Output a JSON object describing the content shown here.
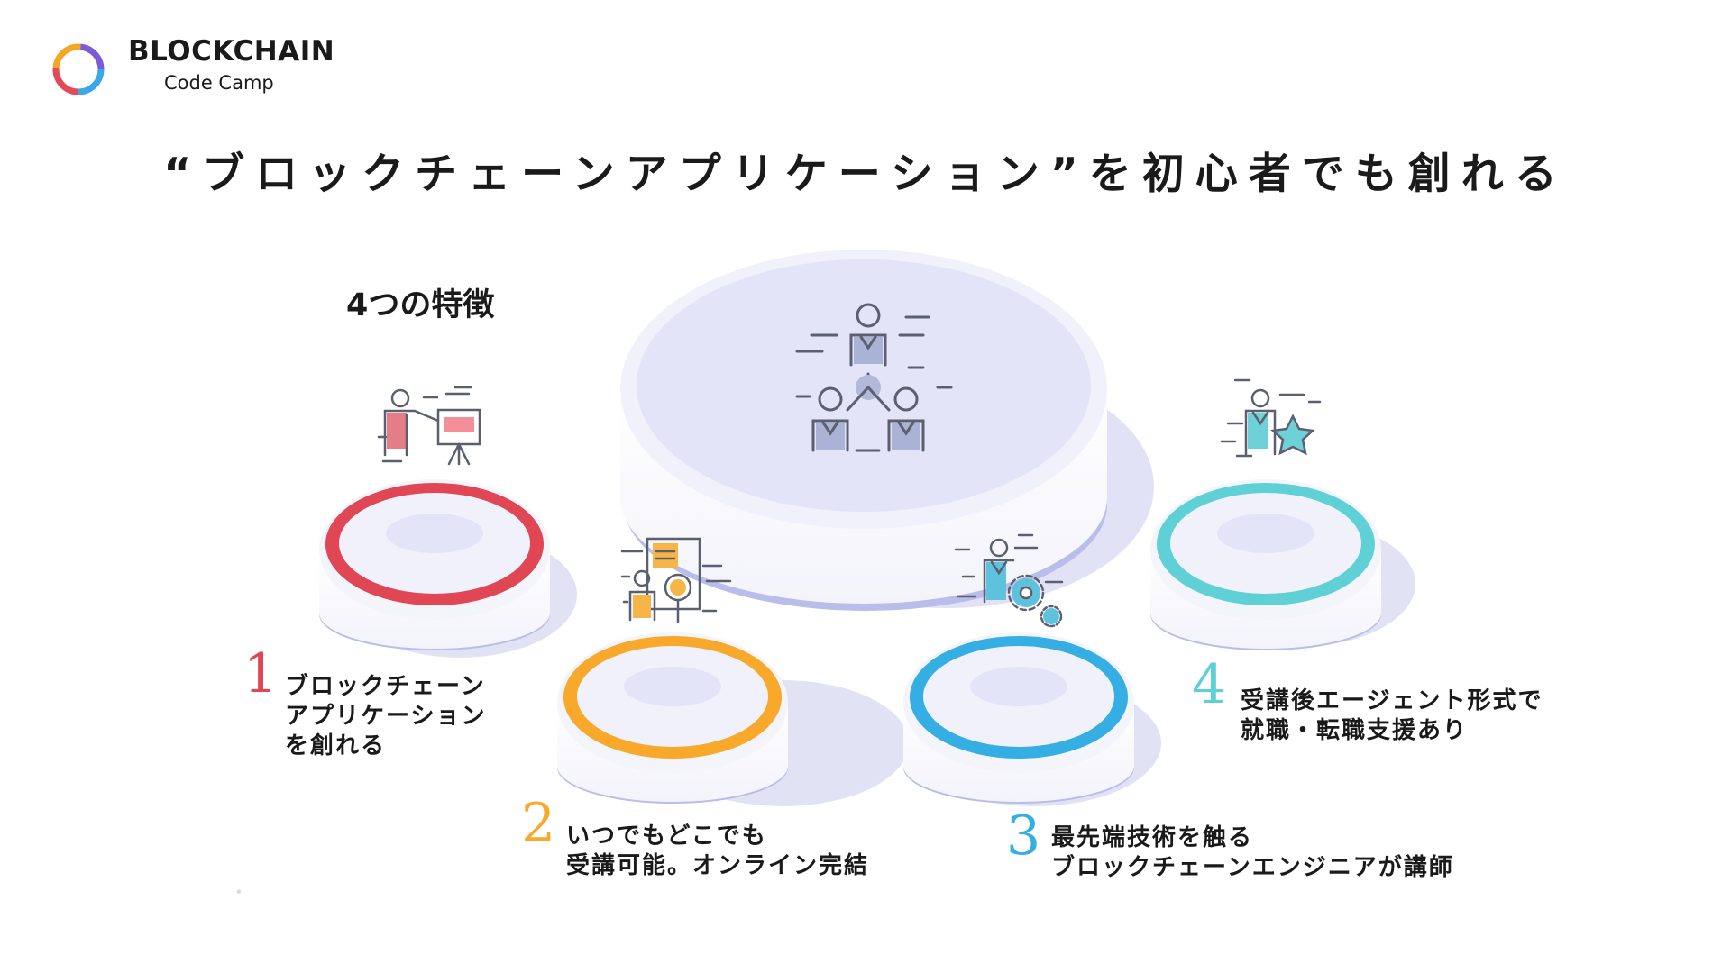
{
  "brand": {
    "name": "BLOCKCHAIN",
    "sub": "Code Camp",
    "ring_colors": [
      "#3aa8e8",
      "#e24b5a",
      "#f5a623",
      "#7b5cd6"
    ]
  },
  "headline": "“ブロックチェーンアプリケーション”を初心者でも創れる",
  "features_title": "4つの特徴",
  "features": [
    {
      "num": "1",
      "color": "#e04653",
      "lines": [
        "ブロックチェーン",
        "アプリケーション",
        "を創れる"
      ],
      "icon": "presentation-icon"
    },
    {
      "num": "2",
      "color": "#f8a92c",
      "lines": [
        "いつでもどこでも",
        "受講可能。オンライン完結"
      ],
      "icon": "magnifier-document-icon"
    },
    {
      "num": "3",
      "color": "#35aee3",
      "lines": [
        "最先端技術を触る",
        "ブロックチェーンエンジニアが講師"
      ],
      "icon": "engineer-gear-icon"
    },
    {
      "num": "4",
      "color": "#5fd0d6",
      "lines": [
        "受講後エージェント形式で",
        "就職・転職支援あり"
      ],
      "icon": "person-star-icon"
    }
  ],
  "center_icon": "team-network-icon",
  "footnote": "※"
}
